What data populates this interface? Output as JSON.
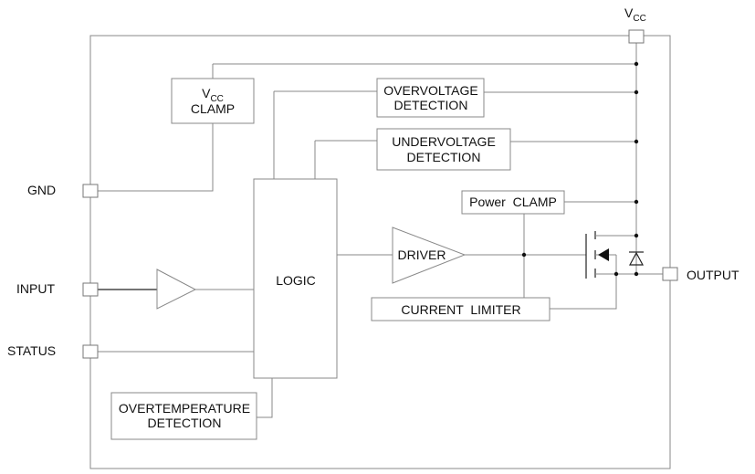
{
  "pins": {
    "vcc": {
      "main": "V",
      "sub": "CC"
    },
    "gnd": "GND",
    "input": "INPUT",
    "status": "STATUS",
    "output": "OUTPUT"
  },
  "blocks": {
    "vcc_clamp": {
      "main": "V",
      "sub": "CC",
      "line2": "CLAMP"
    },
    "overvoltage": {
      "line1": "OVERVOLTAGE",
      "line2": "DETECTION"
    },
    "undervoltage": {
      "line1": "UNDERVOLTAGE",
      "line2": "DETECTION"
    },
    "power_clamp": "Power  CLAMP",
    "logic": "LOGIC",
    "driver": "DRIVER",
    "current_limiter": "CURRENT  LIMITER",
    "overtemperature": {
      "line1": "OVERTEMPERATURE",
      "line2": "DETECTION"
    }
  }
}
